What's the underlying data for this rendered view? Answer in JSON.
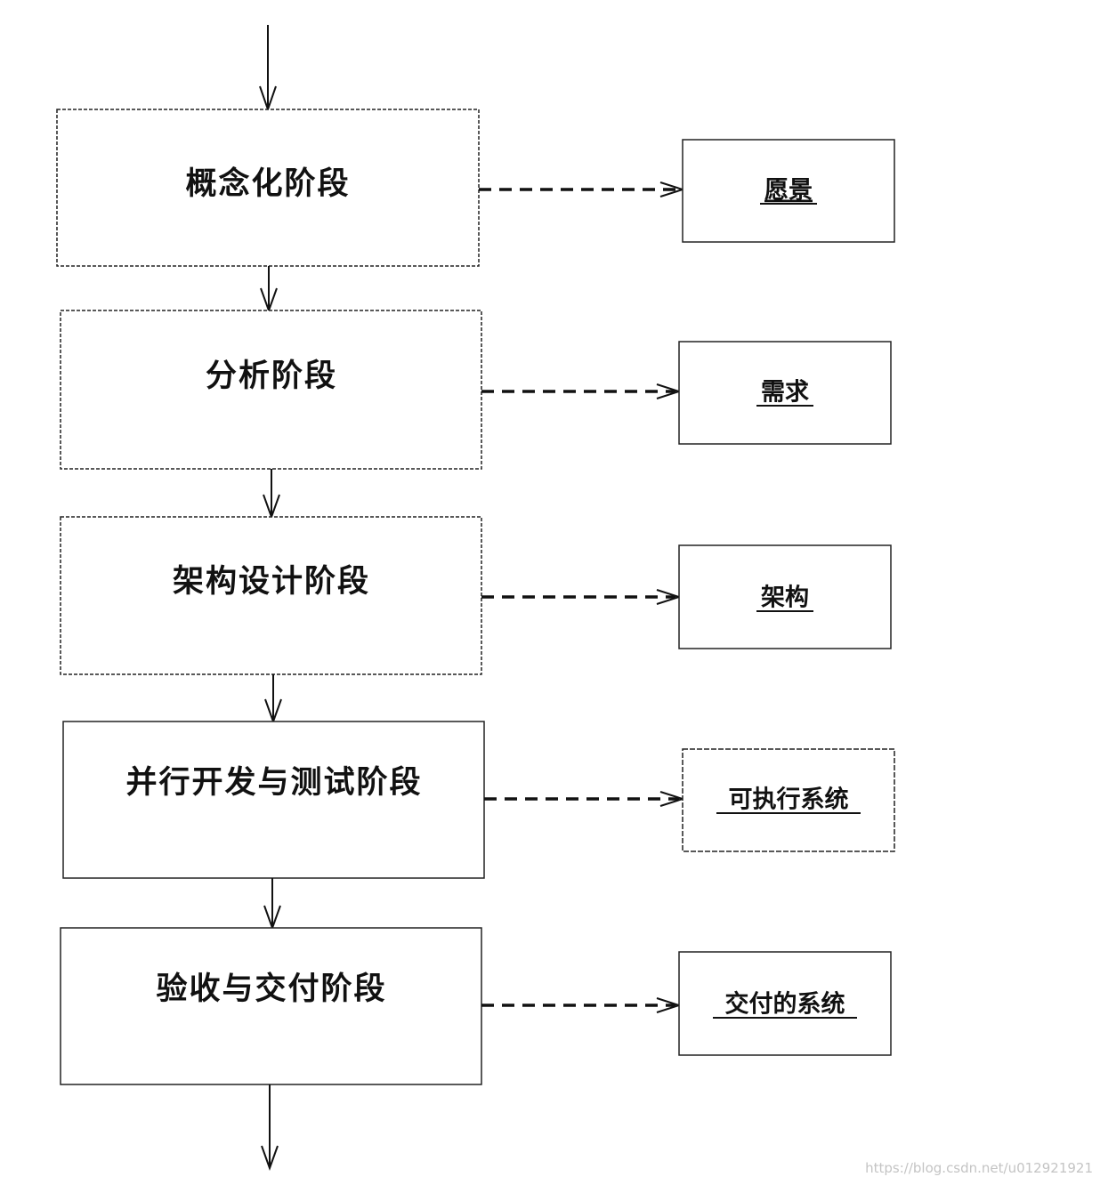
{
  "diagram": {
    "stages": [
      {
        "label": "概念化阶段",
        "output": "愿景"
      },
      {
        "label": "分析阶段",
        "output": "需求"
      },
      {
        "label": "架构设计阶段",
        "output": "架构"
      },
      {
        "label": "并行开发与测试阶段",
        "output": "可执行系统"
      },
      {
        "label": "验收与交付阶段",
        "output": "交付的系统"
      }
    ],
    "watermark": "https://blog.csdn.net/u012921921"
  }
}
